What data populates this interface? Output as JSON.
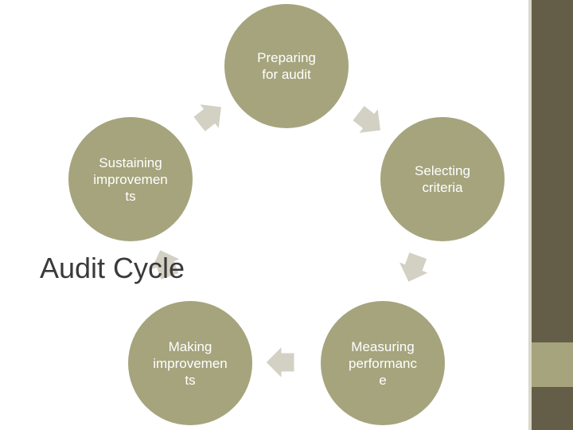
{
  "title": "Audit Cycle",
  "colors": {
    "node_fill": "#a5a47d",
    "arrow_fill": "#d3d1c4",
    "sidebar_dark": "#645e48",
    "sidebar_accent": "#a5a47d"
  },
  "cycle": {
    "direction": "clockwise",
    "steps": [
      {
        "label": "Preparing\nfor audit"
      },
      {
        "label": "Selecting\ncriteria"
      },
      {
        "label": "Measuring\nperformanc\ne"
      },
      {
        "label": "Making\nimprovemen\nts"
      },
      {
        "label": "Sustaining\nimprovemen\nts"
      }
    ]
  }
}
